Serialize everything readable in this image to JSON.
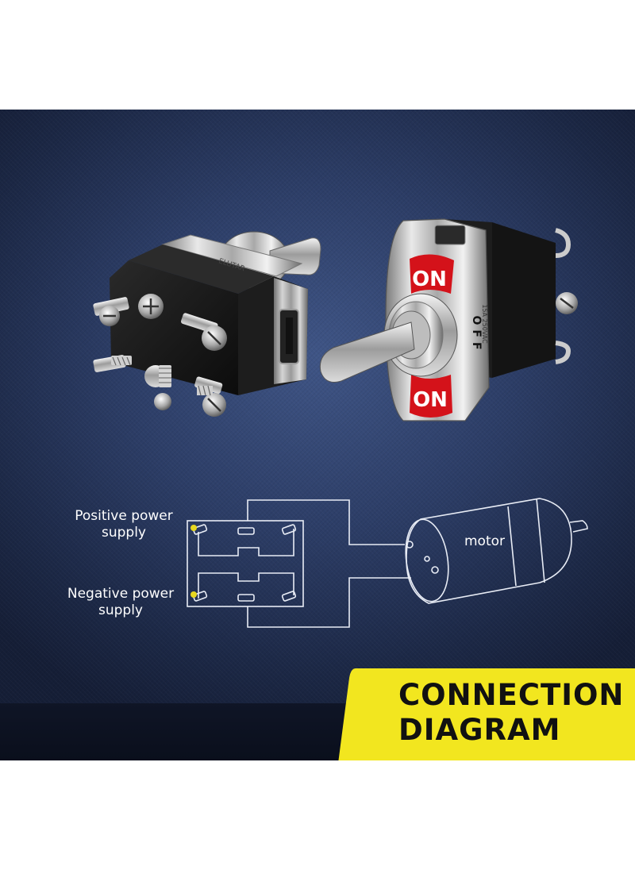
{
  "diagram": {
    "labels": {
      "positive_supply": "Positive power\nsupply",
      "negative_supply": "Negative power\nsupply",
      "motor": "motor"
    },
    "switch_markings": {
      "on_top": "ON",
      "off": "OFF",
      "on_bottom": "ON",
      "rating": "15A 250VAC",
      "brand": "ELUTAR"
    },
    "banner": {
      "line1": "CONNECTION",
      "line2": "DIAGRAM"
    }
  },
  "colors": {
    "background": "#2c3d66",
    "banner_yellow": "#f2e61f",
    "on_red": "#d4121a",
    "switch_body": "#151515",
    "terminal_dot": "#e8d820"
  }
}
